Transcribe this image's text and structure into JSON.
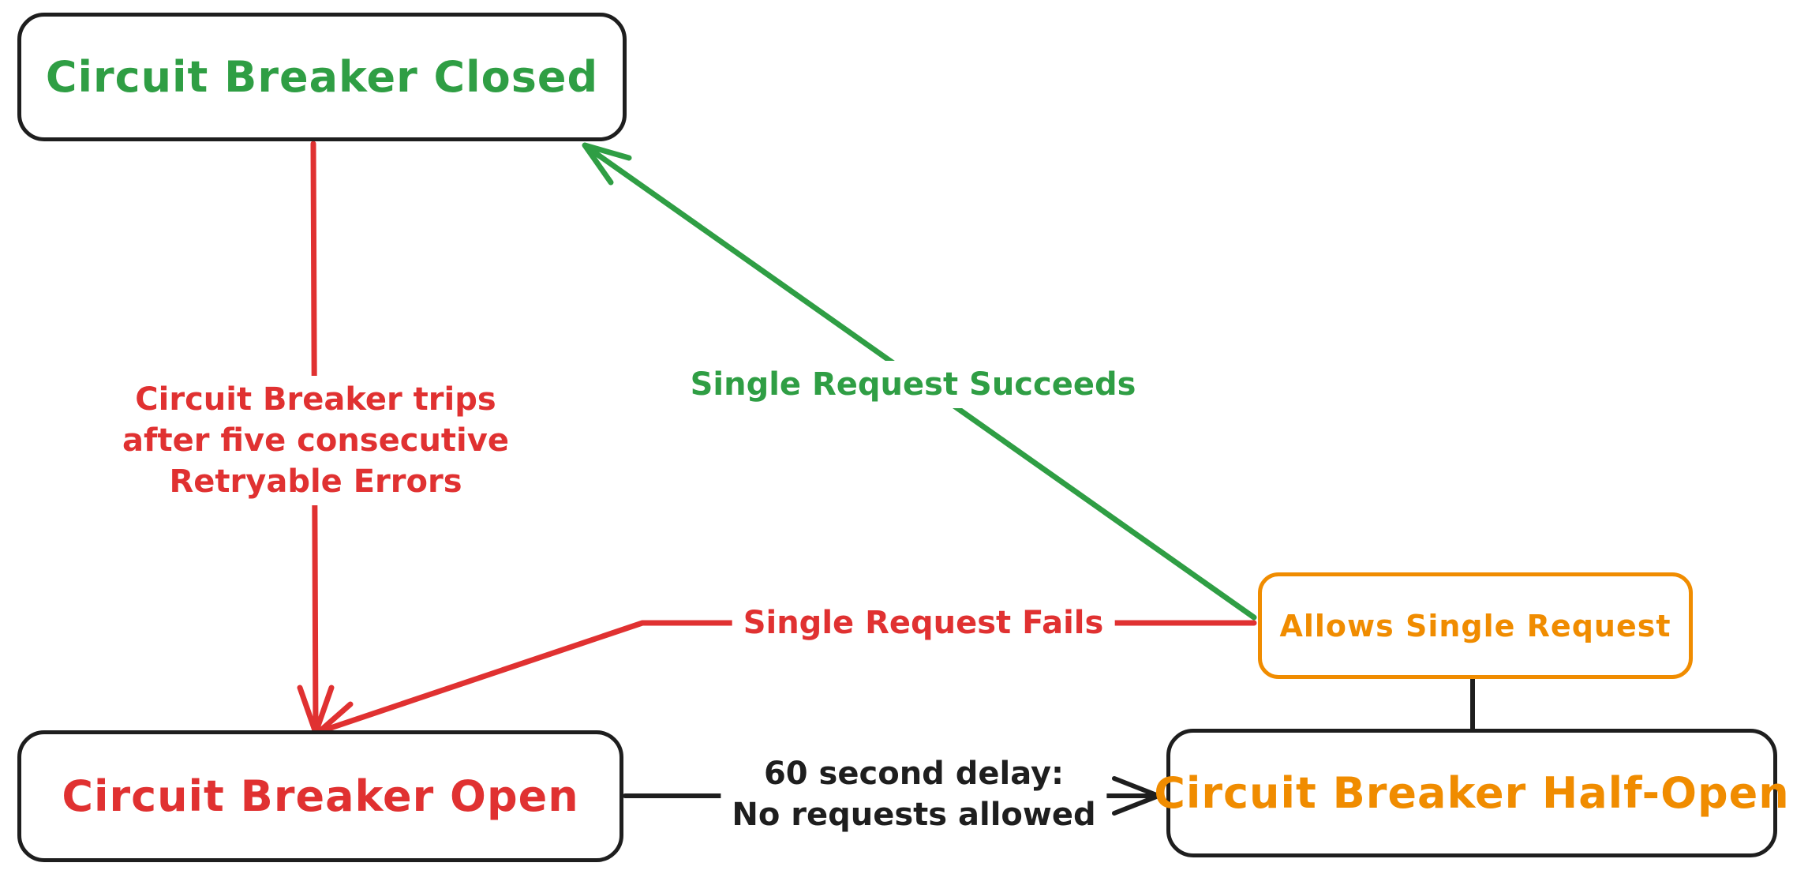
{
  "nodes": {
    "closed": {
      "label": "Circuit Breaker Closed"
    },
    "open": {
      "label": "Circuit Breaker Open"
    },
    "half_open": {
      "label": "Circuit Breaker Half-Open"
    },
    "allows": {
      "label": "Allows Single Request"
    }
  },
  "edges": {
    "trips": {
      "lines": [
        "Circuit Breaker trips",
        "after five consecutive",
        "Retryable Errors"
      ]
    },
    "succeeds": {
      "label": "Single Request Succeeds"
    },
    "fails": {
      "label": "Single Request Fails"
    },
    "delay": {
      "lines": [
        "60 second delay:",
        "No requests allowed"
      ]
    }
  },
  "colors": {
    "ink": "#1e1e1e",
    "red": "#e03131",
    "green": "#2f9e44",
    "orange": "#f08c00",
    "bg": "#ffffff"
  }
}
